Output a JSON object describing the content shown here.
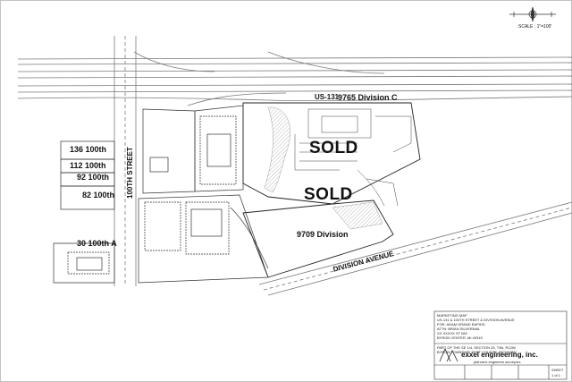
{
  "map": {
    "scale_label": "SCALE : 1\"=100'",
    "highway_label": "US-131",
    "sold_labels": [
      "SOLD",
      "SOLD"
    ],
    "parcels": [
      {
        "id": "9765-division-c",
        "label": "9765 Division C"
      },
      {
        "id": "136-100th",
        "label": "136 100th"
      },
      {
        "id": "112-100th",
        "label": "112 100th"
      },
      {
        "id": "92-100th",
        "label": "92 100th"
      },
      {
        "id": "82-100th",
        "label": "82 100th"
      },
      {
        "id": "30-100th-a",
        "label": "30 100th A"
      },
      {
        "id": "9709-division",
        "label": "9709 Division"
      }
    ],
    "roads": {
      "street_100th": "100TH STREET",
      "division_avenue": "DIVISION AVENUE"
    }
  },
  "title_block": {
    "title_lines": [
      "MARKETING MAP",
      "US-131 & 100TH STREET & DIVISION AVENUE",
      "FOR: ADAM GRAND RAPIDS",
      "ATTN: BRIAN SILVERNAIL",
      "XX XXXXX ST NW",
      "BYRON CENTER, MI 49315"
    ],
    "location_lines": [
      "PART OF THE SE 1/4, SECTION 25, T5N, R12W,",
      "BYRON TOWNSHIP, KENT COUNTY, MICHIGAN"
    ],
    "firm_name": "exxel engineering, inc.",
    "firm_sub": "planners engineers surveyors",
    "sheet_label": "SHEET",
    "sheet_number": "1 of 1"
  },
  "colors": {
    "line": "#333333",
    "road_gray": "#8a8a8a",
    "hatch": "#b9b9b9"
  }
}
